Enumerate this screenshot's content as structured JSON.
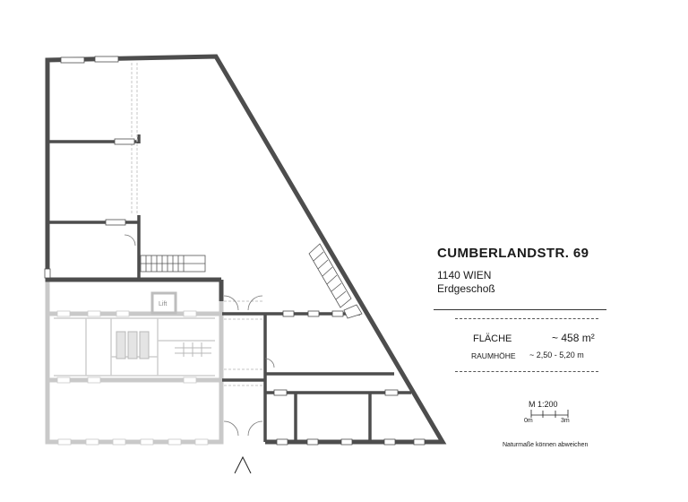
{
  "title": "CUMBERLANDSTR. 69",
  "city": "1140 WIEN",
  "floor": "Erdgeschoß",
  "area_label": "FLÄCHE",
  "area_value": "~ 458 m²",
  "height_label": "RAUMHÖHE",
  "height_value": "~ 2,50 - 5,20 m",
  "scale": {
    "label": "M 1:200",
    "start": "0m",
    "end": "3m"
  },
  "note": "Naturmaße können abweichen",
  "plan": {
    "lift_label": "Lift"
  },
  "colors": {
    "wall": "#4d4d4d",
    "wall_light": "#c8c8c8",
    "text": "#1a1a1a"
  }
}
